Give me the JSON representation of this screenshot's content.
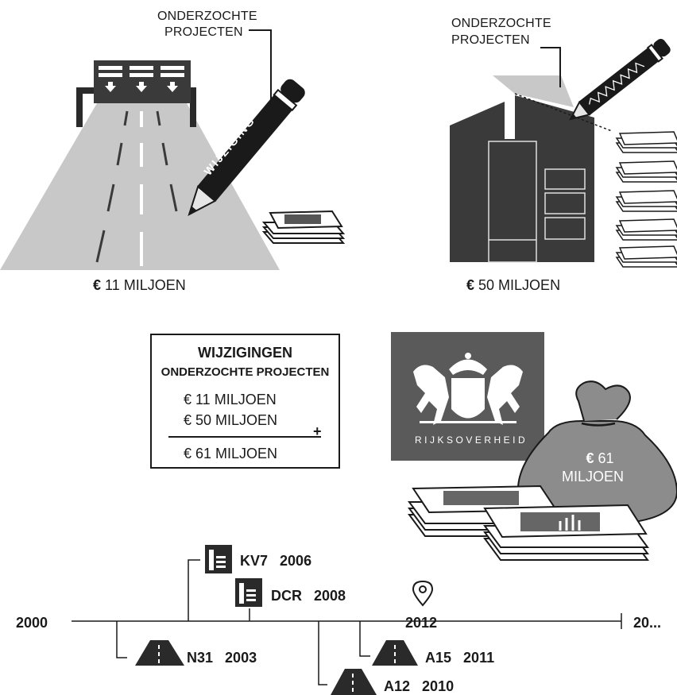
{
  "top_left": {
    "label_line1": "ONDERZOCHTE",
    "label_line2": "PROJECTEN",
    "pencil_text": "WIJZIGING",
    "amount": "11 MILJOEN",
    "currency": "€"
  },
  "top_right": {
    "label_line1": "ONDERZOCHTE",
    "label_line2": "PROJECTEN",
    "amount": "50 MILJOEN",
    "currency": "€"
  },
  "summary": {
    "title1": "WIJZIGINGEN",
    "title2": "ONDERZOCHTE PROJECTEN",
    "row1": "€ 11 MILJOEN",
    "row2": "€ 50 MILJOEN",
    "plus": "+",
    "total": "€ 61 MILJOEN"
  },
  "rijksoverheid": {
    "name": "RIJKSOVERHEID",
    "bag_currency": "€",
    "bag_amount": "61",
    "bag_unit": "MILJOEN"
  },
  "timeline": {
    "start": "2000",
    "end": "20...",
    "marker": "2012",
    "events": [
      {
        "code": "KV7",
        "year": "2006",
        "icon": "building-icon"
      },
      {
        "code": "DCR",
        "year": "2008",
        "icon": "building-icon"
      },
      {
        "code": "N31",
        "year": "2003",
        "icon": "road-icon"
      },
      {
        "code": "A12",
        "year": "2010",
        "icon": "road-icon"
      },
      {
        "code": "A15",
        "year": "2011",
        "icon": "road-icon"
      }
    ]
  },
  "colors": {
    "dark": "#3a3a3a",
    "road": "#c8c8c8",
    "black": "#1a1a1a"
  }
}
